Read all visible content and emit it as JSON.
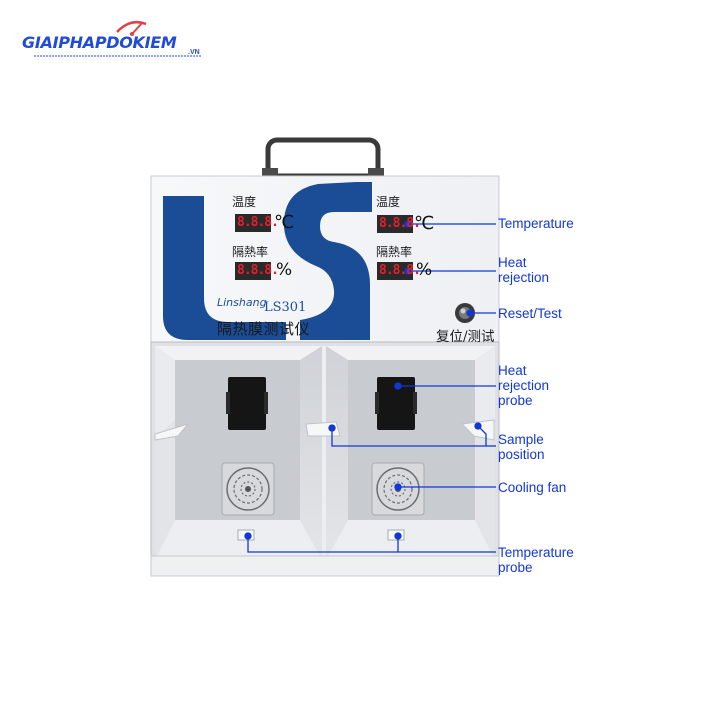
{
  "watermark": {
    "text": "GIAIPHAPDOKIEM",
    "suffix": ".VN"
  },
  "device": {
    "brand": "Linshang",
    "model": "LS301",
    "name": "隔热膜测试仪",
    "temp_label_cn": "温度",
    "heat_label_cn": "隔熱率",
    "display_digits": "8.8.8.",
    "temp_unit": "℃",
    "heat_unit": "%",
    "reset_label_cn": "复位/测试"
  },
  "callouts": {
    "temperature": "Temperature",
    "heat_rejection_line1": "Heat",
    "heat_rejection_line2": "rejection",
    "reset_test": "Reset/Test",
    "probe_line1": "Heat",
    "probe_line2": "rejection",
    "probe_line3": "probe",
    "sample_line1": "Sample",
    "sample_line2": "position",
    "cooling_fan": "Cooling fan",
    "temp_probe_line1": "Temperature",
    "temp_probe_line2": "probe"
  },
  "colors": {
    "brand_blue": "#1b4c96",
    "callout_blue": "#1238d4",
    "led_red": "#e0202a"
  }
}
